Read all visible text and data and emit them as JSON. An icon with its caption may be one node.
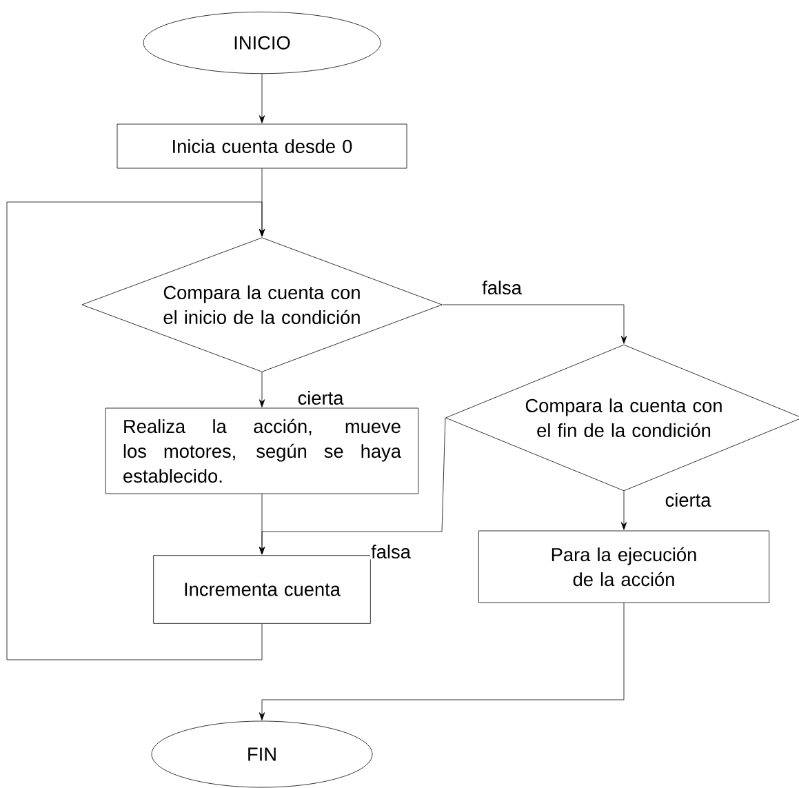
{
  "diagram": {
    "nodes": [
      {
        "text": [
          "INICIO"
        ]
      },
      {
        "text": [
          "Inicia cuenta desde 0"
        ]
      },
      {
        "text": [
          "Compara la cuenta con el inicio de la condición"
        ]
      },
      {
        "text": [
          "Realiza la acción, mueve los motores, según se haya establecido."
        ]
      },
      {
        "text": [
          "Compara la cuenta con el fin de la condición"
        ]
      },
      {
        "text": [
          "Incrementa cuenta"
        ]
      },
      {
        "text": [
          "Para la ejecución de la acción"
        ]
      },
      {
        "text": [
          "FIN"
        ]
      }
    ],
    "edges": [
      {
        "from": 0,
        "to": 1,
        "arrow": "to"
      },
      {
        "from": 1,
        "to": 2,
        "arrow": "to"
      },
      {
        "from": 2,
        "to": 3,
        "arrow": "to",
        "label": "cierta"
      },
      {
        "from": 2,
        "to": 4,
        "arrow": "to",
        "label": "falsa"
      },
      {
        "from": 3,
        "to": 5,
        "arrow": "to"
      },
      {
        "from": 4,
        "to": 5,
        "arrow": "to",
        "label": "falsa"
      },
      {
        "from": 4,
        "to": 6,
        "arrow": "to",
        "label": "cierta"
      },
      {
        "from": 5,
        "to": 2,
        "arrow": "to"
      },
      {
        "from": 6,
        "to": 7,
        "arrow": "to"
      }
    ]
  }
}
